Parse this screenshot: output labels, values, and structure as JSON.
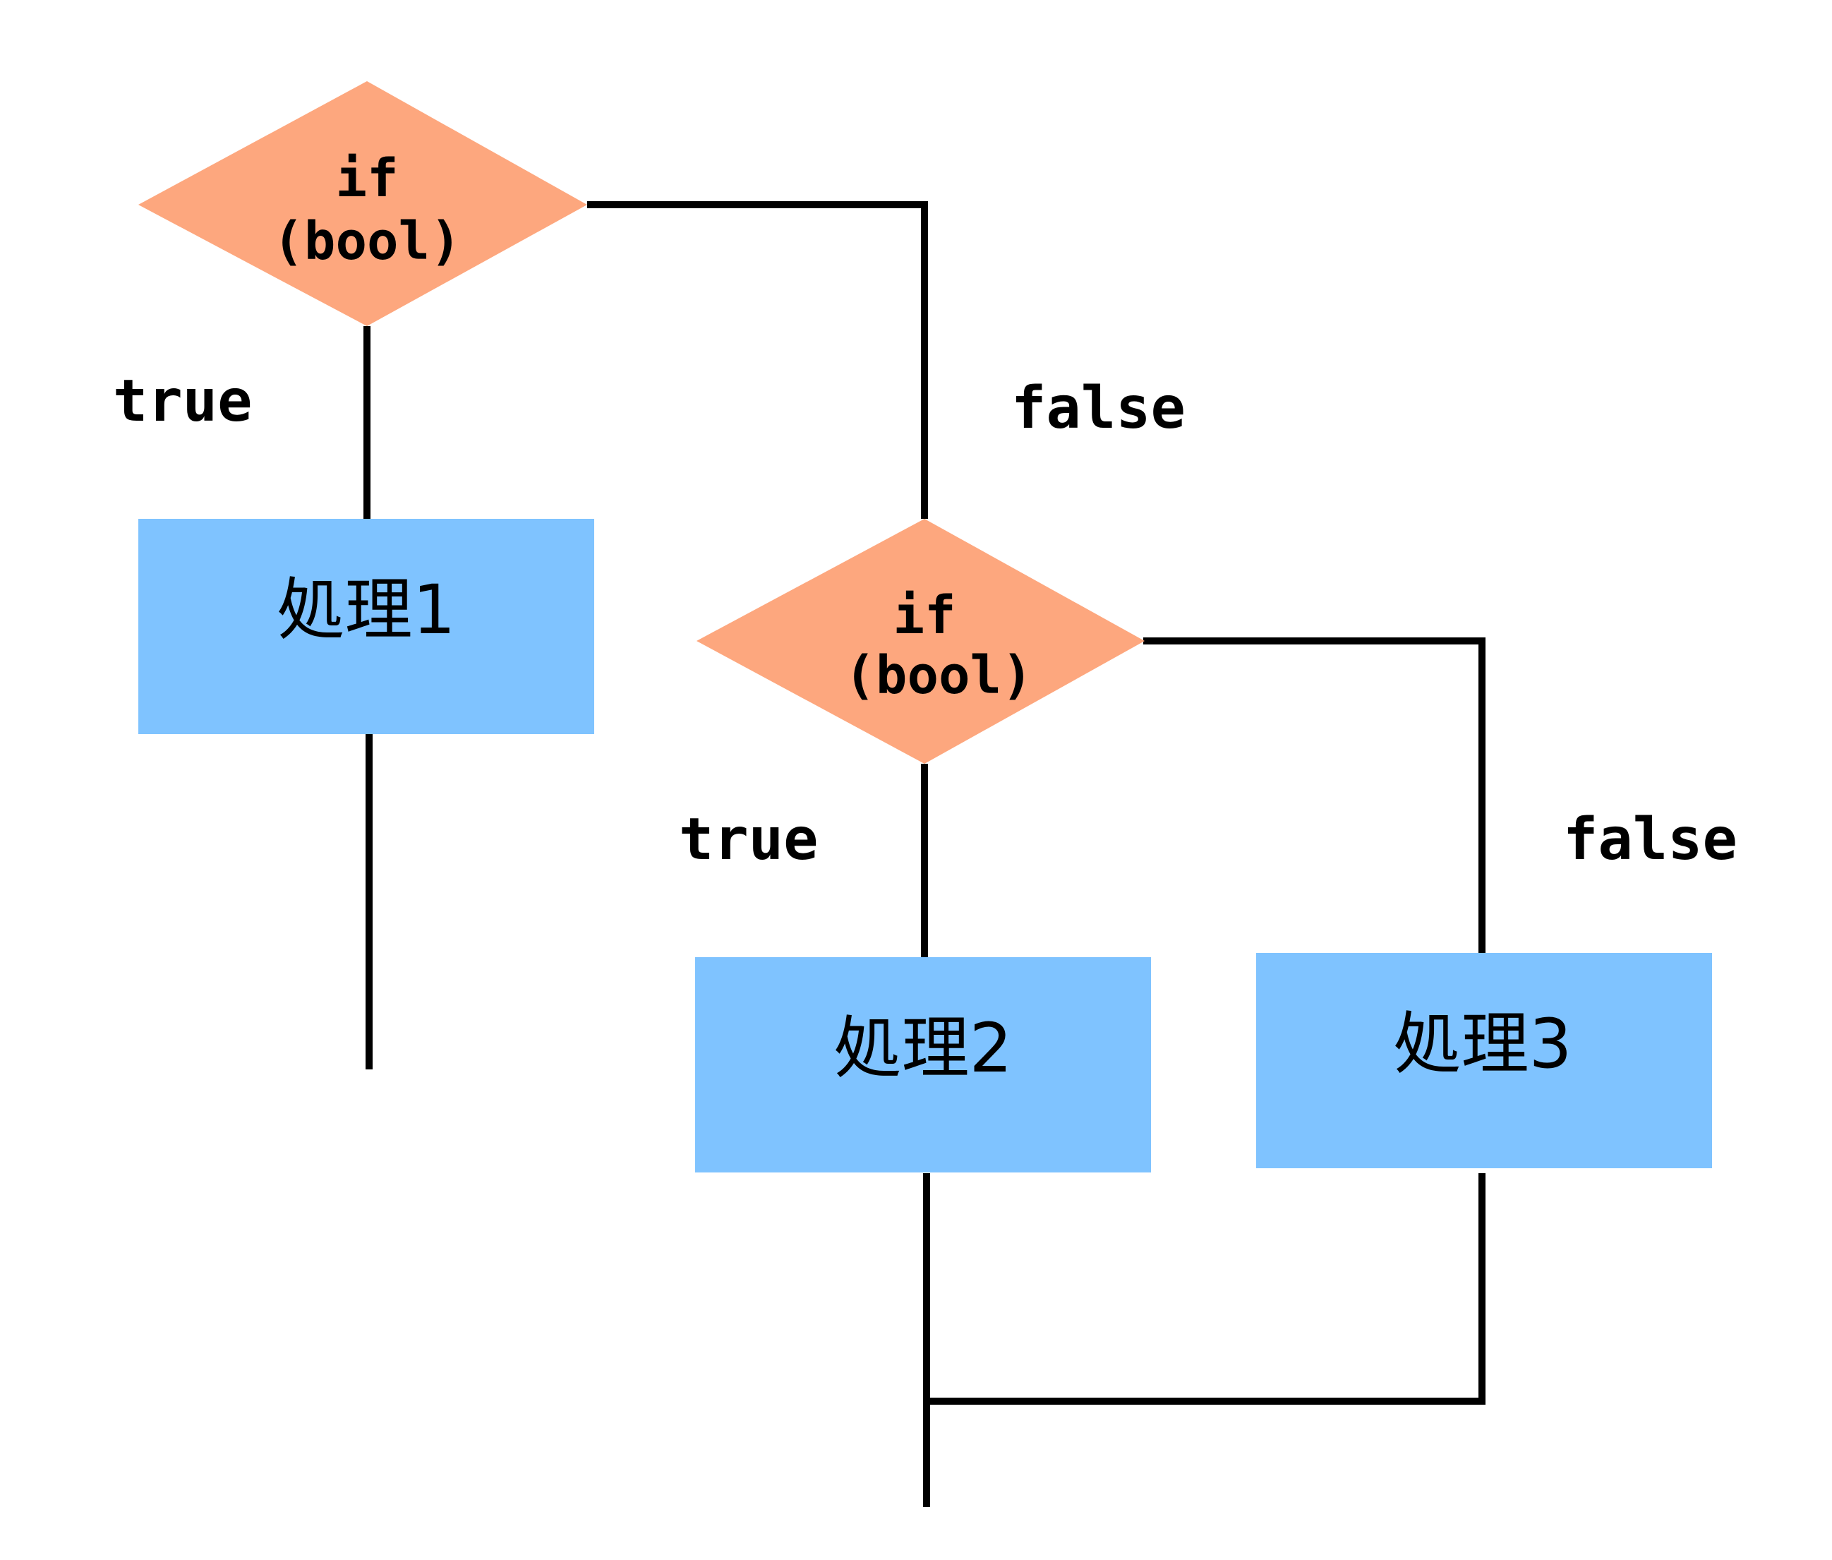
{
  "colors": {
    "decision_fill": "#FDA77E",
    "process_fill": "#7FC3FF",
    "line": "#000000",
    "background": "#FFFFFF"
  },
  "decisions": [
    {
      "line1": "if",
      "line2": "(bool)"
    },
    {
      "line1": "if",
      "line2": "(bool)"
    }
  ],
  "processes": [
    {
      "label": "処理1"
    },
    {
      "label": "処理2"
    },
    {
      "label": "処理3"
    }
  ],
  "edge_labels": {
    "d1_true": "true",
    "d1_false": "false",
    "d2_true": "true",
    "d2_false": "false"
  }
}
